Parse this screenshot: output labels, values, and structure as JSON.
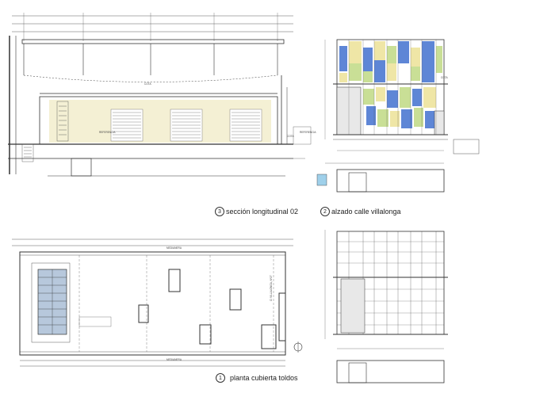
{
  "titles": {
    "section": {
      "number": "3",
      "label": "sección longitudinal 02"
    },
    "elevation": {
      "number": "2",
      "label": "alzado calle villalonga"
    },
    "plan": {
      "number": "1",
      "label": "planta cubierta toldos"
    }
  },
  "plan_labels": {
    "medianera_top": "MEDIANERA",
    "medianera_bottom": "MEDIANERA",
    "street": "C/ VILLALONGA, Nº27"
  },
  "section_labels": {
    "cota_1": "COTA",
    "cota_2": "COTA",
    "cota_3": "COTA",
    "reference_1": "REFERENCIA",
    "reference_2": "REFERENCIA"
  },
  "colors": {
    "blue_panel": "#5e86d6",
    "yellow_panel": "#efe6a6",
    "green_panel": "#c9df96",
    "hatch": "#efe9c2",
    "line": "#333333"
  }
}
